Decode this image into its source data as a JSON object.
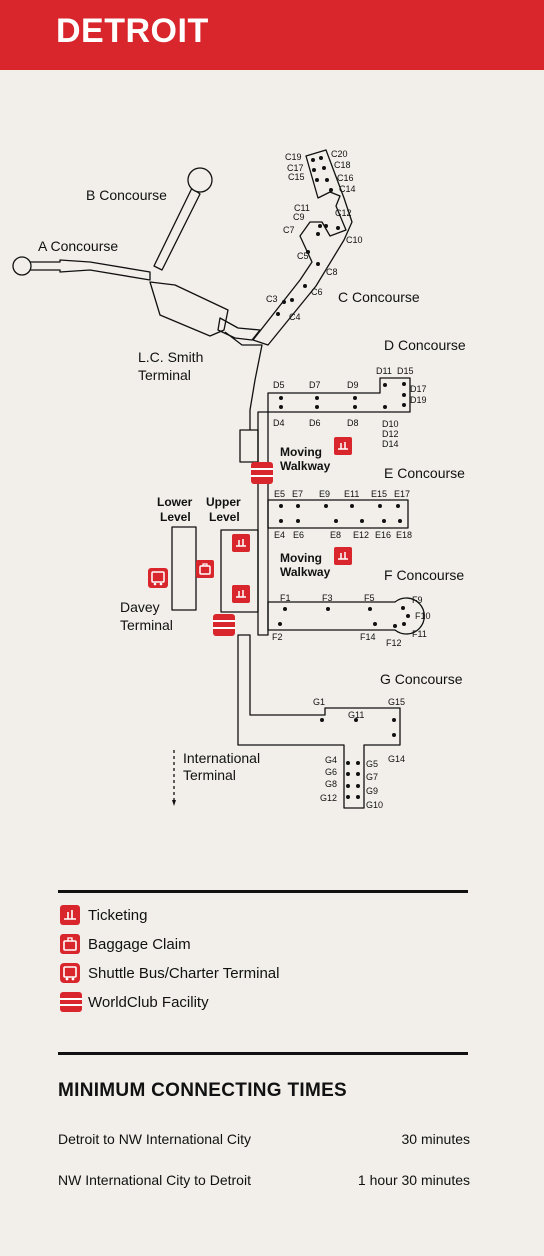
{
  "header": {
    "title": "DETROIT"
  },
  "map": {
    "concourses": {
      "a": "A Concourse",
      "b": "B Concourse",
      "c": "C Concourse",
      "d": "D Concourse",
      "e": "E Concourse",
      "f": "F Concourse",
      "g": "G Concourse"
    },
    "terminals": {
      "lc_smith_1": "L.C. Smith",
      "lc_smith_2": "Terminal",
      "davey_1": "Davey",
      "davey_2": "Terminal",
      "international_1": "International",
      "international_2": "Terminal"
    },
    "levels": {
      "lower_1": "Lower",
      "lower_2": "Level",
      "upper_1": "Upper",
      "upper_2": "Level"
    },
    "walkway": {
      "line1": "Moving",
      "line2": "Walkway"
    },
    "gates": {
      "c": [
        "C19",
        "C20",
        "C17",
        "C18",
        "C15",
        "C16",
        "C14",
        "C11",
        "C12",
        "C9",
        "C7",
        "C10",
        "C5",
        "C8",
        "C6",
        "C3",
        "C4"
      ],
      "d": [
        "D5",
        "D7",
        "D9",
        "D11",
        "D15",
        "D17",
        "D19",
        "D4",
        "D6",
        "D8",
        "D10",
        "D12",
        "D14"
      ],
      "e": [
        "E5",
        "E7",
        "E9",
        "E11",
        "E15",
        "E17",
        "E4",
        "E6",
        "E8",
        "E12",
        "E16",
        "E18"
      ],
      "f": [
        "F1",
        "F3",
        "F5",
        "F9",
        "F10",
        "F11",
        "F2",
        "F14",
        "F12"
      ],
      "g": [
        "G1",
        "G11",
        "G15",
        "G14",
        "G4",
        "G6",
        "G8",
        "G12",
        "G5",
        "G7",
        "G9",
        "G10"
      ]
    }
  },
  "legend": {
    "items": [
      {
        "icon": "ticketing-icon",
        "label": "Ticketing"
      },
      {
        "icon": "baggage-claim-icon",
        "label": "Baggage Claim"
      },
      {
        "icon": "shuttle-bus-icon",
        "label": "Shuttle Bus/Charter Terminal"
      },
      {
        "icon": "worldclub-icon",
        "label": "WorldClub Facility"
      }
    ]
  },
  "connecting_times": {
    "title": "MINIMUM CONNECTING TIMES",
    "rows": [
      {
        "route": "Detroit to NW International City",
        "time": "30 minutes"
      },
      {
        "route": "NW International City to Detroit",
        "time": "1 hour 30 minutes"
      }
    ]
  },
  "colors": {
    "accent": "#d8262c",
    "background": "#f2efea",
    "ink": "#111111"
  }
}
